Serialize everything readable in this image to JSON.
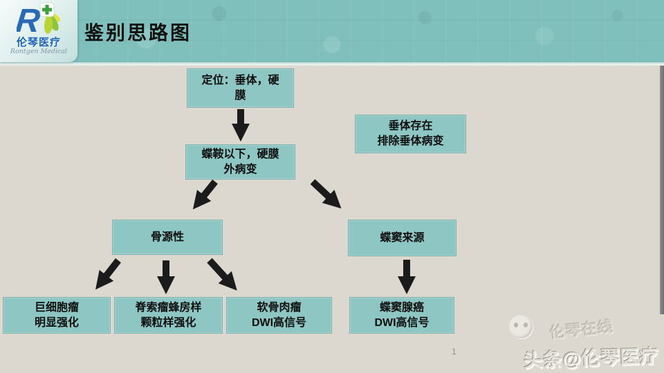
{
  "header": {
    "title": "鉴别思路图",
    "logo": {
      "letter": "R",
      "brand_cn": "伦琴医疗",
      "brand_en": "Rontgen Medical"
    }
  },
  "flowchart": {
    "type": "flowchart",
    "nodes": [
      {
        "id": "locate",
        "label": "定位：垂体，硬\n膜"
      },
      {
        "id": "sella",
        "label": "蝶鞍以下，硬膜\n外病变"
      },
      {
        "id": "pituitary-note",
        "label": "垂体存在\n排除垂体病变"
      },
      {
        "id": "bone-origin",
        "label": "骨源性"
      },
      {
        "id": "sphenoid-origin",
        "label": "蝶窦来源"
      },
      {
        "id": "giant-cell",
        "label": "巨细胞瘤\n明显强化"
      },
      {
        "id": "chordoma",
        "label": "脊索瘤蜂房样\n颗粒样强化"
      },
      {
        "id": "chondrosarcoma",
        "label": "软骨肉瘤\nDWI高信号"
      },
      {
        "id": "sphenoid-adenocarcinoma",
        "label": "蝶窦腺癌\nDWI高信号"
      }
    ],
    "edges": [
      {
        "from": "locate",
        "to": "sella"
      },
      {
        "from": "sella",
        "to": "bone-origin"
      },
      {
        "from": "sella",
        "to": "sphenoid-origin"
      },
      {
        "from": "bone-origin",
        "to": "giant-cell"
      },
      {
        "from": "bone-origin",
        "to": "chordoma"
      },
      {
        "from": "bone-origin",
        "to": "chondrosarcoma"
      },
      {
        "from": "sphenoid-origin",
        "to": "sphenoid-adenocarcinoma"
      }
    ]
  },
  "footer": {
    "page_number": "1"
  },
  "watermark": {
    "ghost": "伦琴在线",
    "main": "头条@伦琴医疗"
  },
  "colors": {
    "header_teal": "#7fc0bc",
    "box_fill": "#8ec6c3",
    "box_border": "#7ab1ae",
    "background": "#dcd8d0",
    "arrow": "#1b1b1b"
  }
}
